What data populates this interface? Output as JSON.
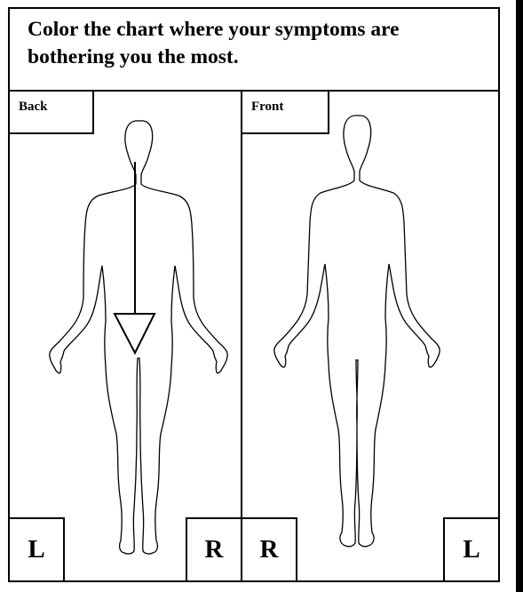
{
  "instruction": "Color the chart where your symptoms are bothering you the most.",
  "panels": {
    "back": {
      "title": "Back",
      "left_marker": "L",
      "right_marker": "R",
      "figure_icon": "human-body-outline-back"
    },
    "front": {
      "title": "Front",
      "left_marker": "R",
      "right_marker": "L",
      "figure_icon": "human-body-outline-front"
    }
  },
  "colors": {
    "ink": "#000000",
    "paper": "#ffffff"
  }
}
